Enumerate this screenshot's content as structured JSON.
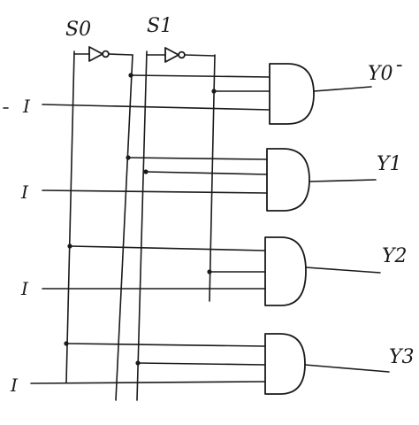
{
  "diagram": {
    "select_labels": {
      "s0": "S0",
      "s1": "S1"
    },
    "input_labels": [
      "I",
      "I",
      "I",
      "I"
    ],
    "output_labels": [
      "Y0",
      "Y1",
      "Y2",
      "Y3"
    ],
    "output_0_mark": "-"
  }
}
